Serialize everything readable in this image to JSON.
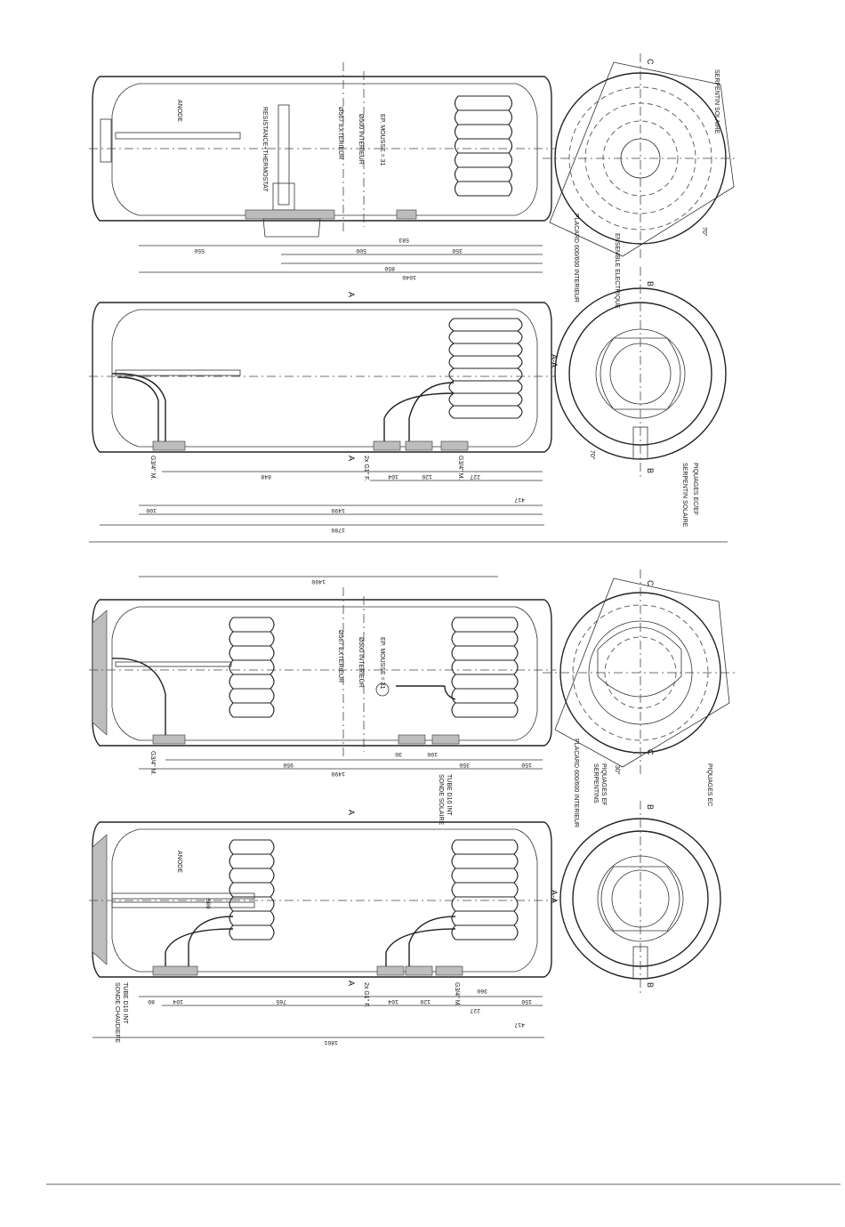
{
  "labels": {
    "anode": "ANODE",
    "resistance": "RESISTANCE+THERMOSTAT",
    "exterieur": "Ø567 EXTERIEUR",
    "interieur": "Ø500 INTERIEUR",
    "mousse": "EP. MOUSSE = 31",
    "placard": "PLACARD 600/600 INTERIEUR",
    "ensemble": "ENSEMBLE ELECTRIQUE",
    "serpentin_solaire": "SERPENTIN SOLAIRE",
    "piquages_ec_ef": "PIQUAGES EC/EF",
    "angle70": "70°",
    "angle30": "30°",
    "g34m": "G3/4\" M.",
    "g1f": "2x G1\" F.",
    "sonde_solaire": "SONDE SOLAIRE",
    "tube_d10": "TUBE D10 INT",
    "sonde_chaudiere": "SONDE CHAUDIERE",
    "serpentins": "SERPENTINS",
    "piquages_ef": "PIQUAGES EF",
    "piquages_ec": "PIQUAGES EC",
    "section_aa": "A-A",
    "sec_a": "A",
    "sec_b": "B",
    "sec_c": "C"
  },
  "dims": {
    "d550": "550",
    "d500": "500",
    "d350": "350",
    "d583": "583",
    "d850": "850",
    "d1040": "1040",
    "d100": "100",
    "d848": "848",
    "d104": "104",
    "d120": "120",
    "d227": "227",
    "d417": "417",
    "d1490": "1490",
    "d1780": "1780",
    "d1400": "1400",
    "d30": "30",
    "d150": "150",
    "d950": "950",
    "d80": "80",
    "d765": "765",
    "d360": "360",
    "d1801": "1801"
  }
}
